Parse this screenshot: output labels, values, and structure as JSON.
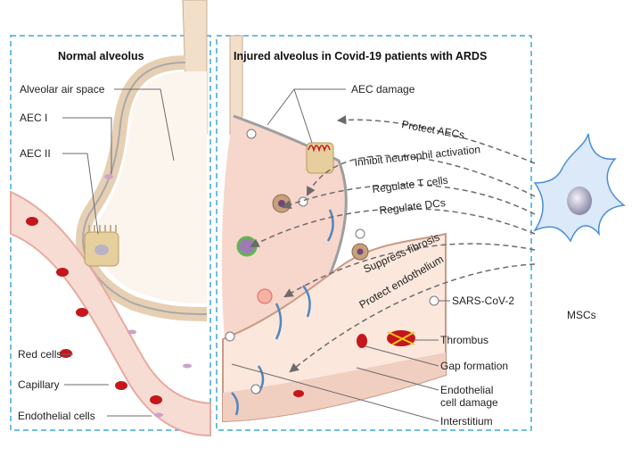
{
  "panels": {
    "normal_title": "Normal alveolus",
    "injured_title": "Injured alveolus in Covid-19 patients with ARDS"
  },
  "normal_labels": {
    "air_space": "Alveolar air space",
    "aec1": "AEC I",
    "aec2": "AEC II",
    "red_cells": "Red cells",
    "capillary": "Capillary",
    "endothelial": "Endothelial cells"
  },
  "injured_labels": {
    "aec_damage": "AEC damage",
    "sars": "SARS-CoV-2",
    "thrombus": "Thrombus",
    "gap": "Gap formation",
    "endo_damage_1": "Endothelial",
    "endo_damage_2": "cell damage",
    "interstitium": "Interstitium"
  },
  "msc_effects": [
    "Protect AECs",
    "Inhibit neutrophil activation",
    "Regulate T cells",
    "Regulate DCs",
    "Suppress fibrosis",
    "Protect endothelium"
  ],
  "msc_label": "MSCs",
  "colors": {
    "dash_border": "#3fa9d6",
    "tissue": "#f1dfca",
    "capillary_fill": "#f7dcd4",
    "injured_fill": "#f7d6cc",
    "red_cell": "#c4161c",
    "msc_fill": "#dbe9f8",
    "msc_stroke": "#4a8fd6"
  }
}
